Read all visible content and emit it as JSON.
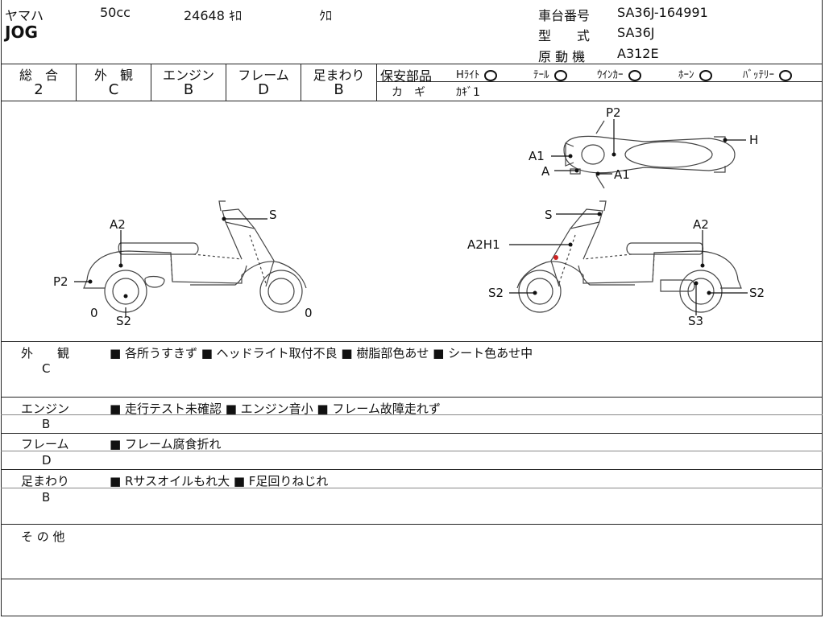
{
  "header": {
    "maker": "ヤマハ",
    "cc": "50cc",
    "mileage": "24648 ｷﾛ",
    "color": "ｸﾛ",
    "model": "JOG",
    "chassis_label": "車台番号",
    "chassis_value": "SA36J-164991",
    "type_label": "型　　式",
    "type_value": "SA36J",
    "engine_label": "原 動 機",
    "engine_value": "A312E"
  },
  "grades": [
    {
      "label": "総　合",
      "value": "2"
    },
    {
      "label": "外　観",
      "value": "C"
    },
    {
      "label": "エンジン",
      "value": "B"
    },
    {
      "label": "フレーム",
      "value": "D"
    },
    {
      "label": "足まわり",
      "value": "B"
    }
  ],
  "safety": {
    "label": "保安部品",
    "items": [
      "Hﾗｲﾄ",
      "ﾃｰﾙ",
      "ｳｲﾝｶｰ",
      "ﾎｰﾝ",
      "ﾊﾞｯﾃﾘｰ"
    ],
    "key_label": "カ　ギ",
    "key_value": "ｶｷﾞ1"
  },
  "diagram": {
    "left": {
      "s": "S",
      "a2": "A2",
      "p2": "P2",
      "s2": "S2",
      "zero_left": "0",
      "zero_right": "0"
    },
    "right": {
      "s": "S",
      "a2h1": "A2H1",
      "a2": "A2",
      "s2_left": "S2",
      "s2_right": "S2",
      "s3": "S3"
    },
    "top": {
      "p2": "P2",
      "h": "H",
      "a1_left": "A1",
      "a": "A",
      "a1_right": "A1"
    }
  },
  "notes": [
    {
      "label": "外　　観",
      "grade": "C",
      "text": "■ 各所うすきず ■ ヘッドライト取付不良 ■ 樹脂部色あせ ■ シート色あせ中"
    },
    {
      "label": "エンジン",
      "grade": "B",
      "text": "■ 走行テスト未確認 ■ エンジン音小 ■ フレーム故障走れず"
    },
    {
      "label": "フレーム",
      "grade": "D",
      "text": "■ フレーム腐食折れ"
    },
    {
      "label": "足まわり",
      "grade": "B",
      "text": "■ Rサスオイルもれ大 ■ F足回りねじれ"
    },
    {
      "label": "そ の 他",
      "grade": "",
      "text": ""
    }
  ]
}
